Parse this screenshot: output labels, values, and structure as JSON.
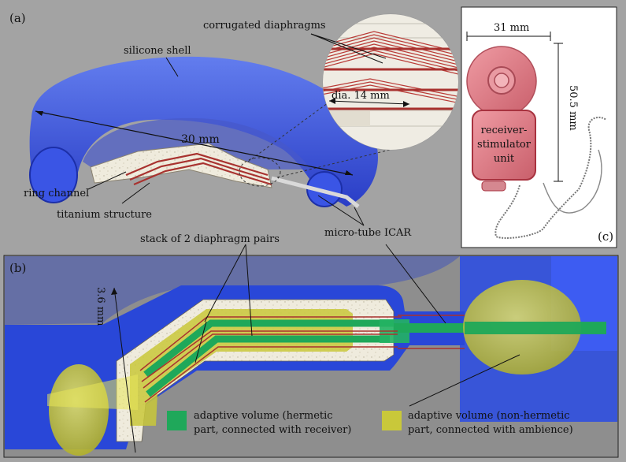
{
  "panels": {
    "a": "(a)",
    "b": "(b)",
    "c": "(c)"
  },
  "panel_a": {
    "corrugated_diaphragms": "corrugated diaphragms",
    "silicone_shell": "silicone shell",
    "diameter": "30 mm",
    "zoom_diameter": "dia. 14 mm",
    "ring_channel": "ring channel",
    "titanium_structure": "titanium structure",
    "micro_tube": "micro-tube ICAR"
  },
  "panel_b": {
    "stack": "stack of 2 diaphragm pairs",
    "height": "3.6 mm",
    "legend_hermetic_line1": "adaptive volume (hermetic",
    "legend_hermetic_line2": "part, connected with receiver)",
    "legend_nonhermetic_line1": "adaptive volume (non-hermetic",
    "legend_nonhermetic_line2": "part, connected with ambience)"
  },
  "panel_c": {
    "width": "31 mm",
    "height": "50.5 mm",
    "unit_line1": "receiver-",
    "unit_line2": "stimulator",
    "unit_line3": "unit"
  },
  "colors": {
    "background": "#a3a3a3",
    "silicone_blue": "#2f4fe0",
    "titanium": "#e8e3d6",
    "diaphragm_red": "#a8322f",
    "hermetic_green": "#1fa85a",
    "nonhermetic_yellow": "#c9c83a",
    "implant_pink": "#e07f88"
  }
}
